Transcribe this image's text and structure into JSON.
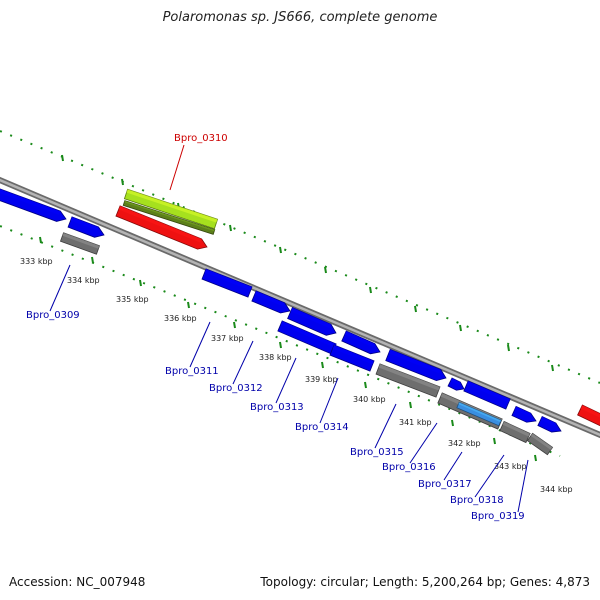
{
  "title": "Polaromonas sp. JS666, complete genome",
  "footer": {
    "accession": "Accession: NC_007948",
    "summary": "Topology: circular; Length: 5,200,264 bp; Genes: 4,873"
  },
  "colors": {
    "backbone": "#8a8a8a",
    "grid": "#1a8a1a",
    "gene_forward": "#0000ee",
    "gene_reverse": "#0000ee",
    "gene_gray": "#6e6e6e",
    "gene_red": "#ee1111",
    "gene_green": "#a6e01e",
    "gene_dark_green": "#5c7f1a",
    "gene_light_blue": "#3a8ee0",
    "label_default": "#0000aa",
    "label_highlight": "#cc0000"
  },
  "ticks": [
    "333 kbp",
    "334 kbp",
    "335 kbp",
    "336 kbp",
    "337 kbp",
    "338 kbp",
    "339 kbp",
    "340 kbp",
    "341 kbp",
    "342 kbp",
    "343 kbp",
    "344 kbp"
  ],
  "gene_labels": [
    {
      "name": "Bpro_0309",
      "highlight": false
    },
    {
      "name": "Bpro_0310",
      "highlight": true
    },
    {
      "name": "Bpro_0311",
      "highlight": false
    },
    {
      "name": "Bpro_0312",
      "highlight": false
    },
    {
      "name": "Bpro_0313",
      "highlight": false
    },
    {
      "name": "Bpro_0314",
      "highlight": false
    },
    {
      "name": "Bpro_0315",
      "highlight": false
    },
    {
      "name": "Bpro_0316",
      "highlight": false
    },
    {
      "name": "Bpro_0317",
      "highlight": false
    },
    {
      "name": "Bpro_0318",
      "highlight": false
    },
    {
      "name": "Bpro_0319",
      "highlight": false
    }
  ]
}
